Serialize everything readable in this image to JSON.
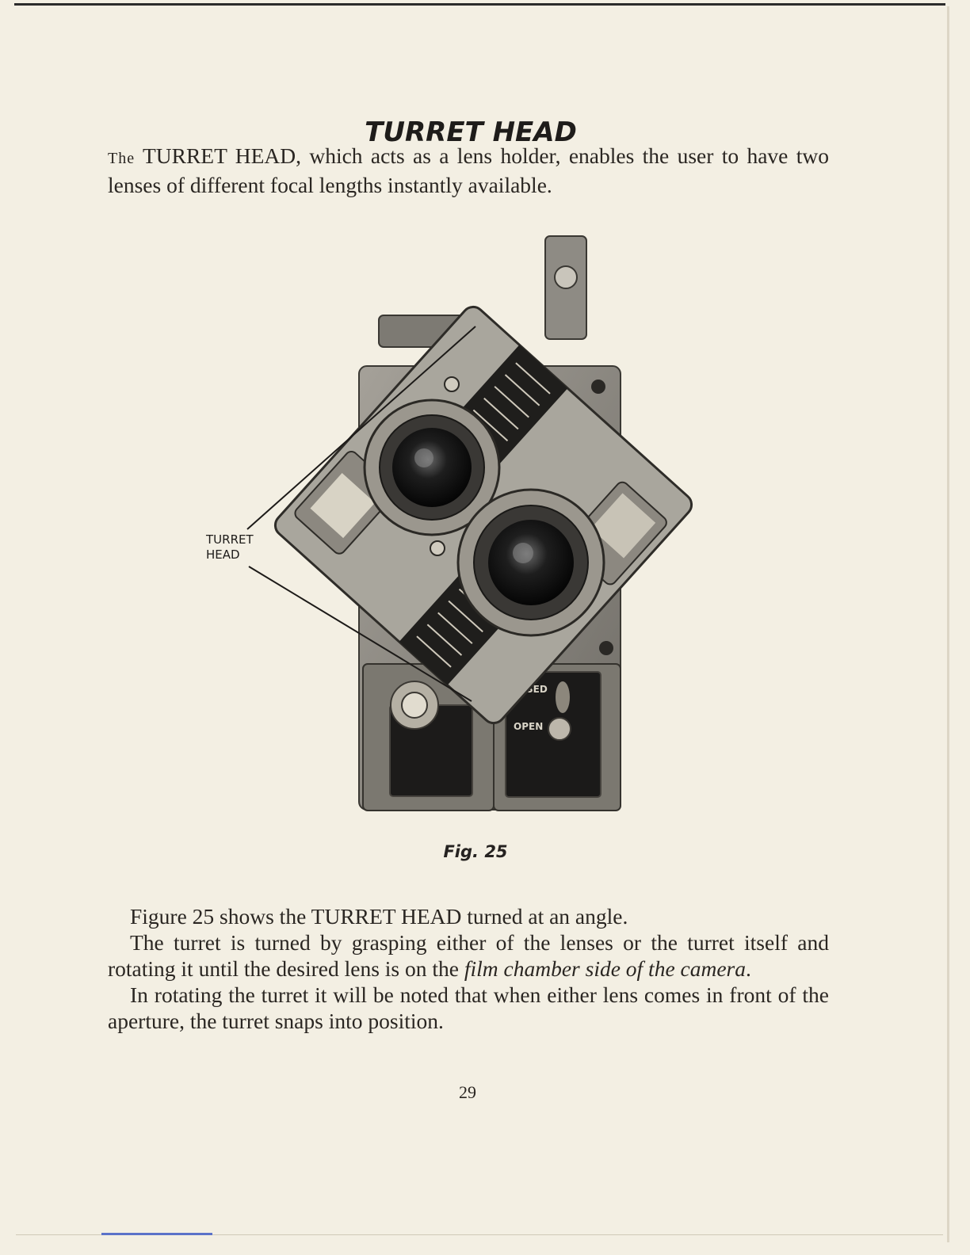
{
  "title": "TURRET HEAD",
  "intro": {
    "lead_smallcaps": "The",
    "text": " TURRET HEAD, which acts as a lens holder, enables the user to have two lenses of different focal lengths instantly available."
  },
  "figure": {
    "callout_label": "TURRET\nHEAD",
    "panel_labels": {
      "open": "OPEN",
      "closed": "SED"
    },
    "caption": "Fig. 25"
  },
  "paragraphs": [
    {
      "text": "Figure 25 shows the TURRET HEAD turned at an angle."
    },
    {
      "text_before": "The turret is turned by grasping either of the lenses or the turret itself and rotating it until the desired lens is on the ",
      "emphasis": "film chamber side of the camera",
      "text_after": "."
    },
    {
      "text": "In rotating the turret it will be noted that when either lens comes in front of the aperture, the turret snaps into position."
    }
  ],
  "page_number": "29"
}
